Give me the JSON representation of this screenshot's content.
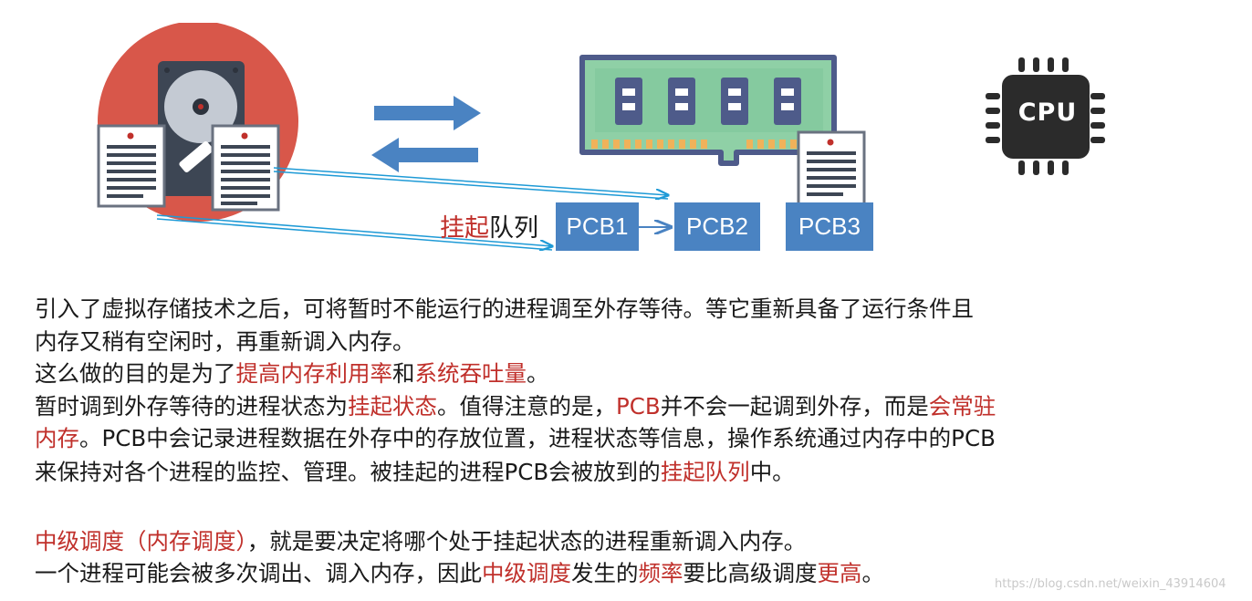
{
  "diagram": {
    "cpu_label": "CPU",
    "queue_label_part1": "挂起",
    "queue_label_part2": "队列",
    "pcb1": "PCB1",
    "pcb2": "PCB2",
    "pcb3": "PCB3"
  },
  "text": {
    "line1": "引入了虚拟存储技术之后，可将暂时不能运行的进程调至外存等待。等它重新具备了运行条件且",
    "line2": "内存又稍有空闲时，再重新调入内存。",
    "line3": [
      {
        "t": "这么做的目的是为了",
        "red": false
      },
      {
        "t": "提高内存利用率",
        "red": true
      },
      {
        "t": "和",
        "red": false
      },
      {
        "t": "系统吞吐量",
        "red": true
      },
      {
        "t": "。",
        "red": false
      }
    ],
    "line4": [
      {
        "t": "暂时调到外存等待的进程状态为",
        "red": false
      },
      {
        "t": "挂起状态",
        "red": true
      },
      {
        "t": "。值得注意的是，",
        "red": false
      },
      {
        "t": "PCB",
        "red": true
      },
      {
        "t": "并不会一起调到外存，而是",
        "red": false
      },
      {
        "t": "会常驻",
        "red": true
      }
    ],
    "line5": [
      {
        "t": "内存",
        "red": true
      },
      {
        "t": "。PCB中会记录进程数据在外存中的存放位置，进程状态等信息，操作系统通过内存中的PCB",
        "red": false
      }
    ],
    "line6": [
      {
        "t": "来保持对各个进程的监控、管理。被挂起的进程PCB会被放到的",
        "red": false
      },
      {
        "t": "挂起队列",
        "red": true
      },
      {
        "t": "中。",
        "red": false
      }
    ],
    "line7": [
      {
        "t": "中级调度（内存调度）",
        "red": true
      },
      {
        "t": "，就是要决定将哪个处于挂起状态的进程重新调入内存。",
        "red": false
      }
    ],
    "line8": [
      {
        "t": "一个进程可能会被多次调出、调入内存，因此",
        "red": false
      },
      {
        "t": "中级调度",
        "red": true
      },
      {
        "t": "发生的",
        "red": false
      },
      {
        "t": "频率",
        "red": true
      },
      {
        "t": "要比高级调度",
        "red": false
      },
      {
        "t": "更高",
        "red": true
      },
      {
        "t": "。",
        "red": false
      }
    ]
  },
  "watermark": "https://blog.csdn.net/weixin_43914604",
  "colors": {
    "accent_red": "#c0302b",
    "pcb_blue": "#4a83c2",
    "arrow_blue": "#4a83c2",
    "disk_circle": "#d8574a",
    "ram_board": "#8fd0a6",
    "cpu_body": "#2b2b2b"
  }
}
